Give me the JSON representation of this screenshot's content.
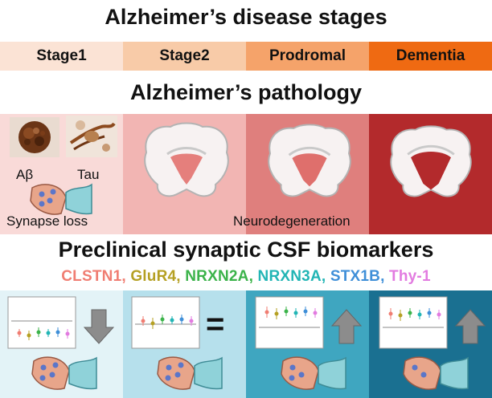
{
  "titles": {
    "stages": "Alzheimer’s disease stages",
    "pathology": "Alzheimer’s pathology",
    "biomarkers": "Preclinical synaptic CSF biomarkers"
  },
  "stages": [
    {
      "label": "Stage1",
      "color": "#fbe3d5"
    },
    {
      "label": "Stage2",
      "color": "#f8cba8"
    },
    {
      "label": "Prodromal",
      "color": "#f5a36a"
    },
    {
      "label": "Dementia",
      "color": "#ef6a12"
    }
  ],
  "pathology": {
    "panel_colors": [
      "#f9dad8",
      "#f2b5b3",
      "#df7f7d",
      "#b32a2c"
    ],
    "abeta_label": "Aβ",
    "tau_label": "Tau",
    "synapse_label": "Synapse loss",
    "neuro_label": "Neurodegeneration"
  },
  "biomarkers": [
    {
      "name": "CLSTN1,",
      "color": "#f07d72"
    },
    {
      "name": "GluR4,",
      "color": "#b5a023"
    },
    {
      "name": "NRXN2A,",
      "color": "#3bb34a"
    },
    {
      "name": "NRXN3A,",
      "color": "#22b5b5"
    },
    {
      "name": "STX1B,",
      "color": "#3f8fd8"
    },
    {
      "name": "Thy-1",
      "color": "#e27be0"
    }
  ],
  "csf": {
    "panel_colors": [
      "#e3f3f7",
      "#b6e0ec",
      "#3fa6c0",
      "#1a7091"
    ],
    "symbol_equal": "=",
    "arrows": [
      "down-arrow-icon",
      "equal-sign",
      "up-arrow-icon",
      "up-arrow-icon"
    ]
  }
}
